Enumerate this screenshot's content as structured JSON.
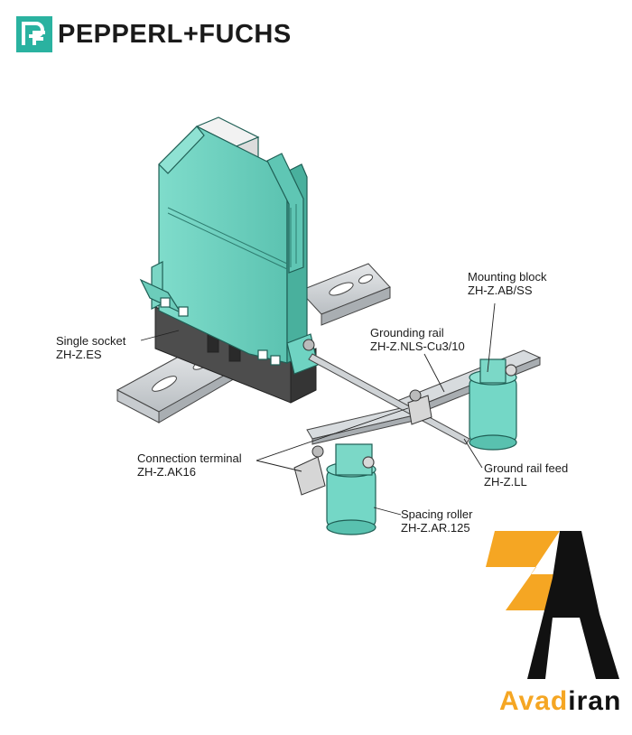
{
  "header": {
    "logo_text": "PEPPERL+FUCHS",
    "logo_icon": "pf-logo-icon",
    "logo_color": "#2ab2a0"
  },
  "labels": {
    "single_socket": {
      "name": "Single socket",
      "code": "ZH-Z.ES"
    },
    "mounting_block": {
      "name": "Mounting block",
      "code": "ZH-Z.AB/SS"
    },
    "grounding_rail": {
      "name": "Grounding rail",
      "code": "ZH-Z.NLS-Cu3/10"
    },
    "connection_terminal": {
      "name": "Connection terminal",
      "code": "ZH-Z.AK16"
    },
    "ground_rail_feed": {
      "name": "Ground rail feed",
      "code": "ZH-Z.LL"
    },
    "spacing_roller": {
      "name": "Spacing roller",
      "code": "ZH-Z.AR.125"
    }
  },
  "watermark": {
    "brand_prefix": "Avad",
    "brand_suffix": "iran",
    "prefix_color": "#f5a623",
    "suffix_color": "#111111",
    "icon": "lightning-bolt-logo-icon"
  },
  "colors": {
    "module": "#6fd3c2",
    "module_dark": "#3fa996",
    "rail": "#cfd3d6",
    "socket": "#4a4a4a"
  }
}
